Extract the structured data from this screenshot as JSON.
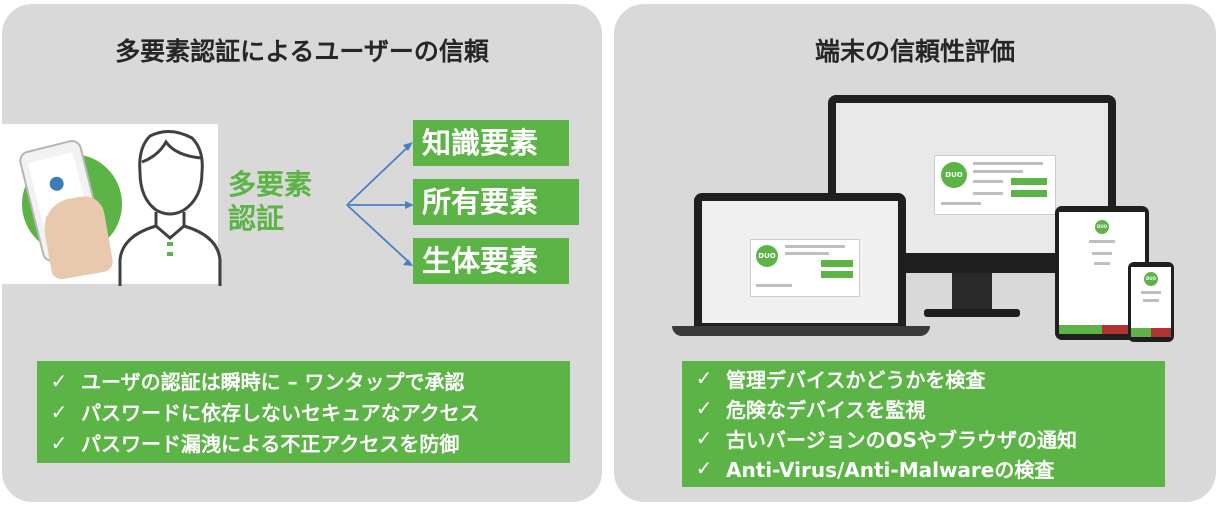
{
  "left_panel": {
    "title": "多要素認証によるユーザーの信頼",
    "mfa_label": [
      "多要素",
      "認証"
    ],
    "factors": [
      "知識要素",
      "所有要素",
      "生体要素"
    ],
    "checklist": [
      "ユーザの認証は瞬時に – ワンタップで承認",
      "パスワードに依存しないセキュアなアクセス",
      "パスワード漏洩による不正アクセスを防御"
    ]
  },
  "right_panel": {
    "title": "端末の信頼性評価",
    "checklist": [
      "管理デバイスかどうかを検査",
      "危険なデバイスを監視",
      "古いバージョンのOSやブラウザの通知",
      "Anti-Virus/Anti-Malwareの検査"
    ]
  },
  "check_glyph": "✓",
  "duo_logo_text": "DUO",
  "colors": {
    "accent_green": "#5cb346",
    "panel_bg": "#d9d9d9",
    "title_text": "#262626",
    "arrow_blue": "#4a7fc1"
  }
}
